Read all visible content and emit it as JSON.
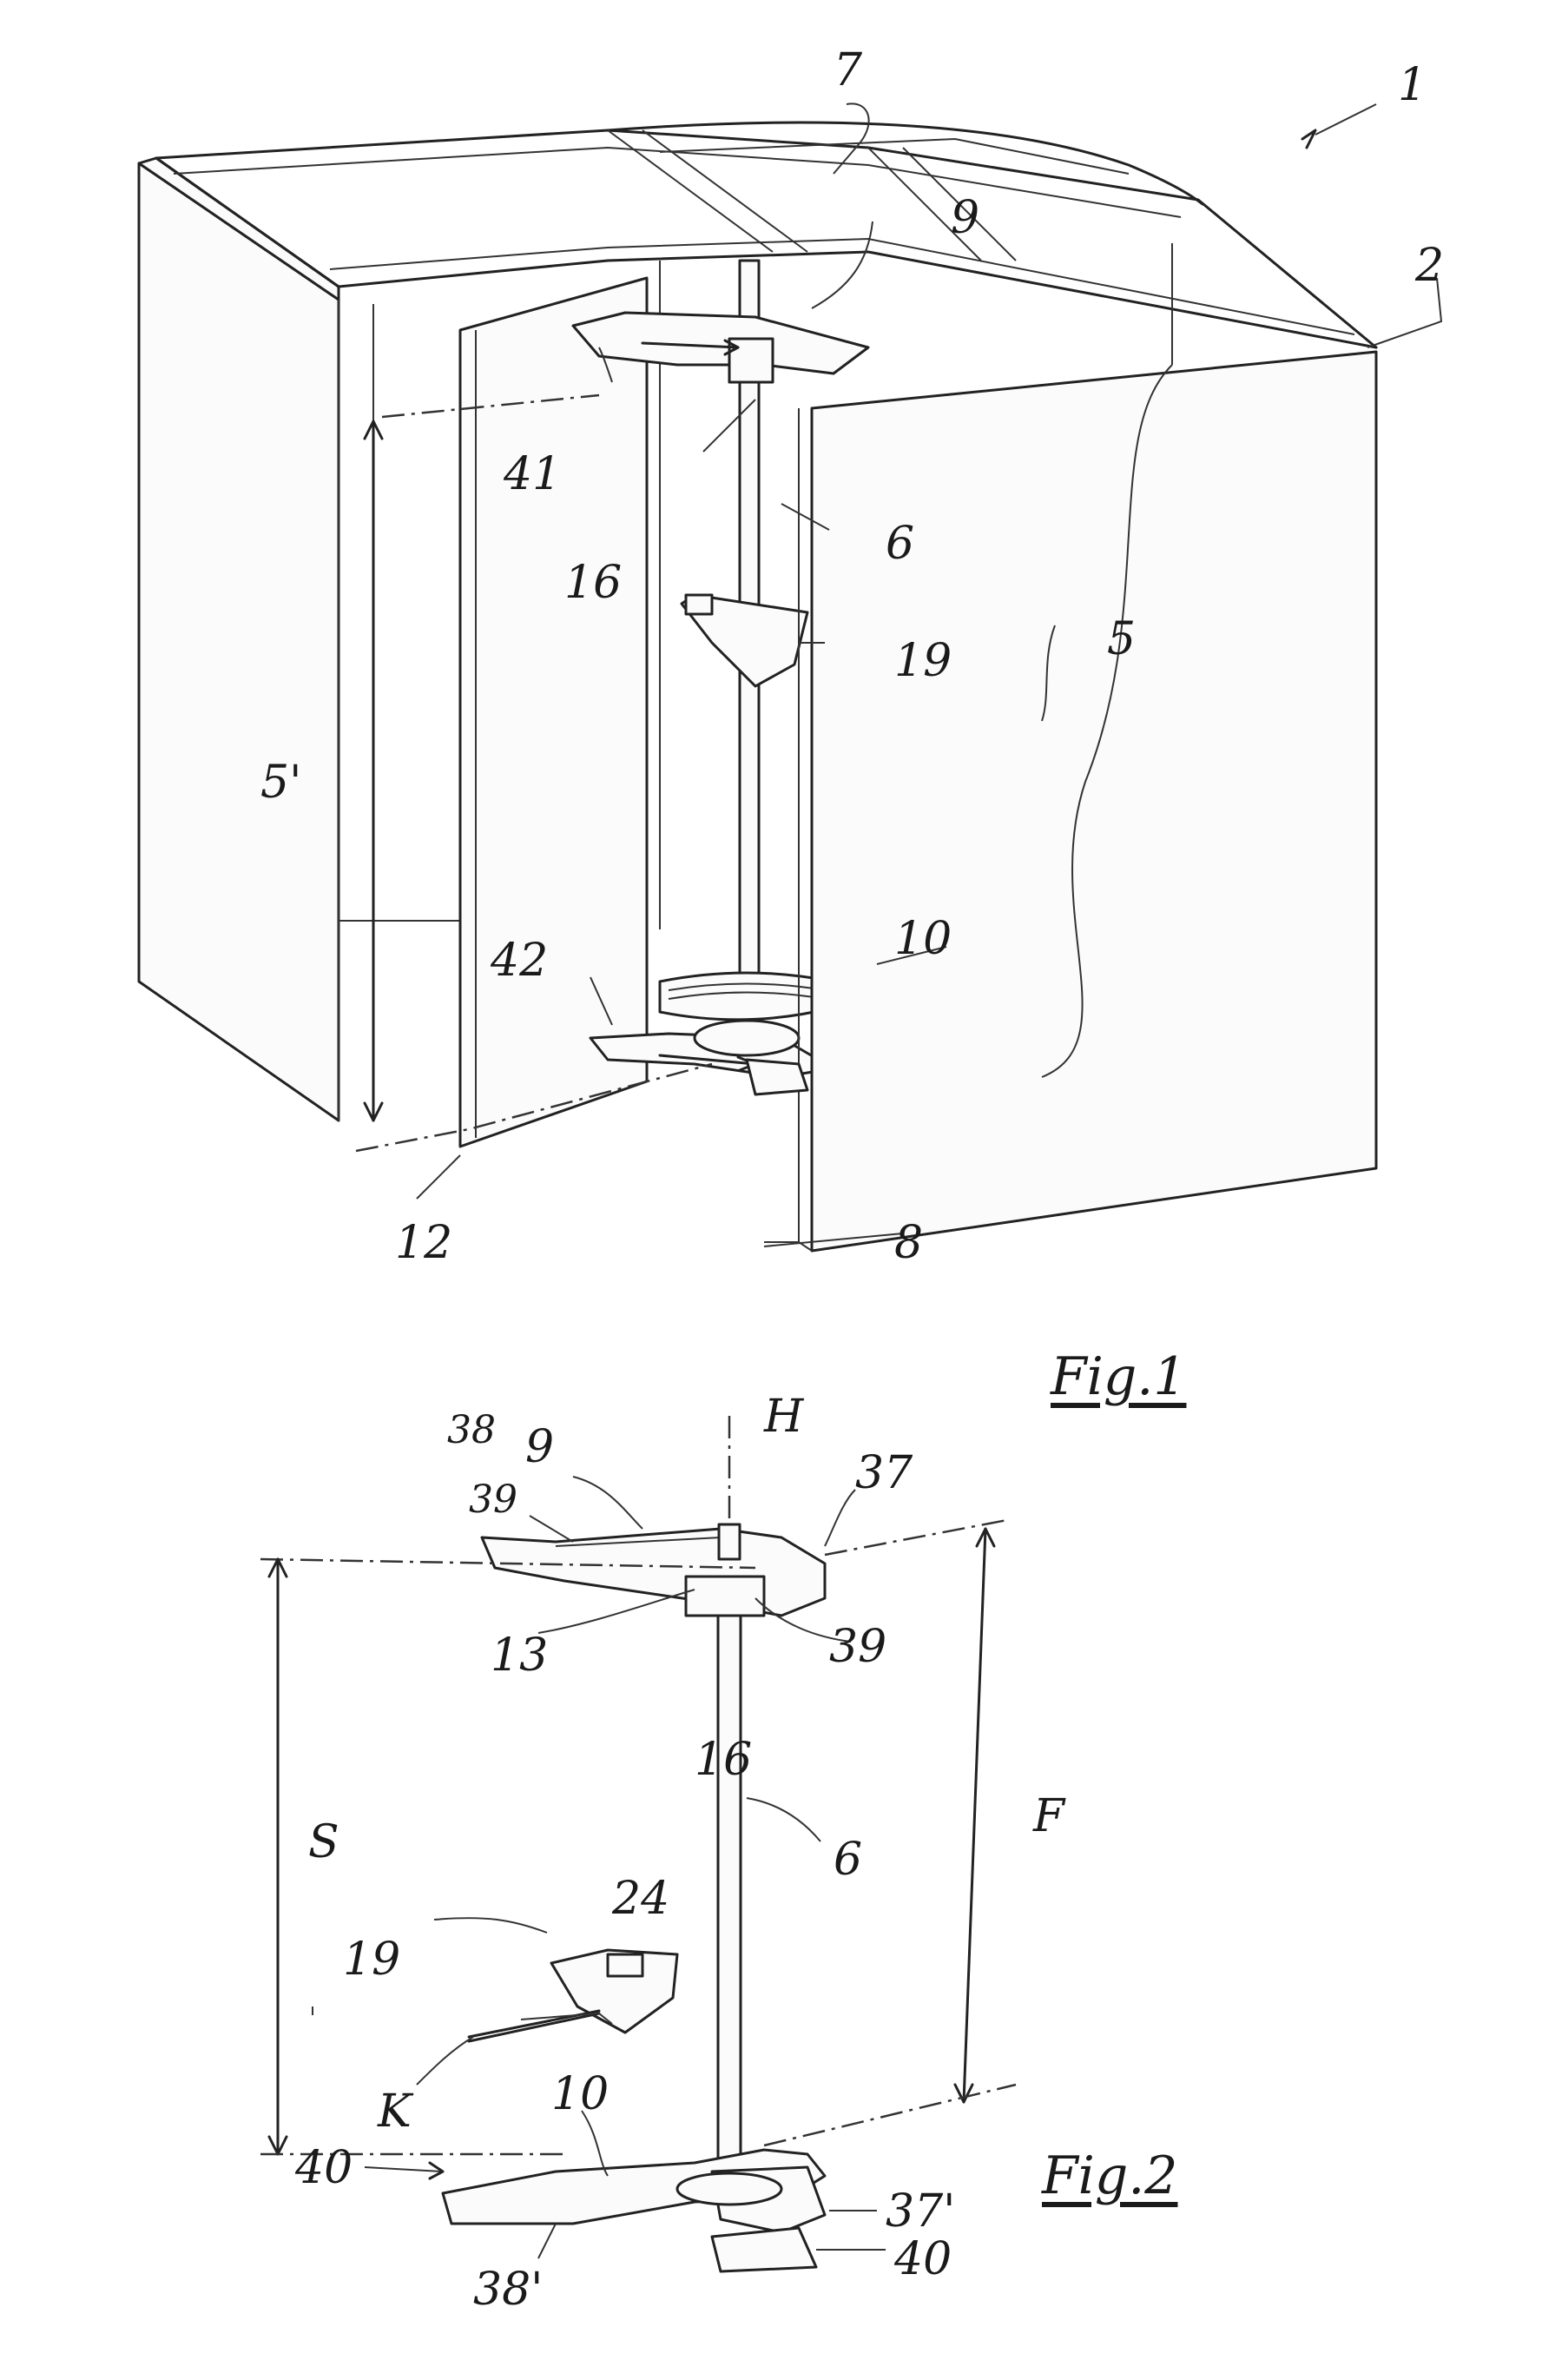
{
  "figures": [
    {
      "id": "fig1",
      "caption": "Fig.1"
    },
    {
      "id": "fig2",
      "caption": "Fig.2"
    }
  ],
  "labels": {
    "fig1": {
      "l1": "1",
      "l2": "2",
      "l5": "5",
      "l5p": "5'",
      "l6": "6",
      "l7": "7",
      "l8": "8",
      "l9": "9",
      "l10": "10",
      "l12": "12",
      "l16": "16",
      "l19": "19",
      "l41": "41",
      "l42": "42"
    },
    "fig2": {
      "H": "H",
      "l9": "9",
      "l37": "37",
      "l38": "38",
      "l39a": "39",
      "l39b": "39",
      "l13": "13",
      "l16": "16",
      "l6": "6",
      "lS": "S",
      "lF": "F",
      "l24": "24",
      "l19": "19",
      "lK": "K",
      "l10": "10",
      "l40a": "40",
      "l37p": "37'",
      "l38p": "38'",
      "l40b": "40"
    }
  }
}
